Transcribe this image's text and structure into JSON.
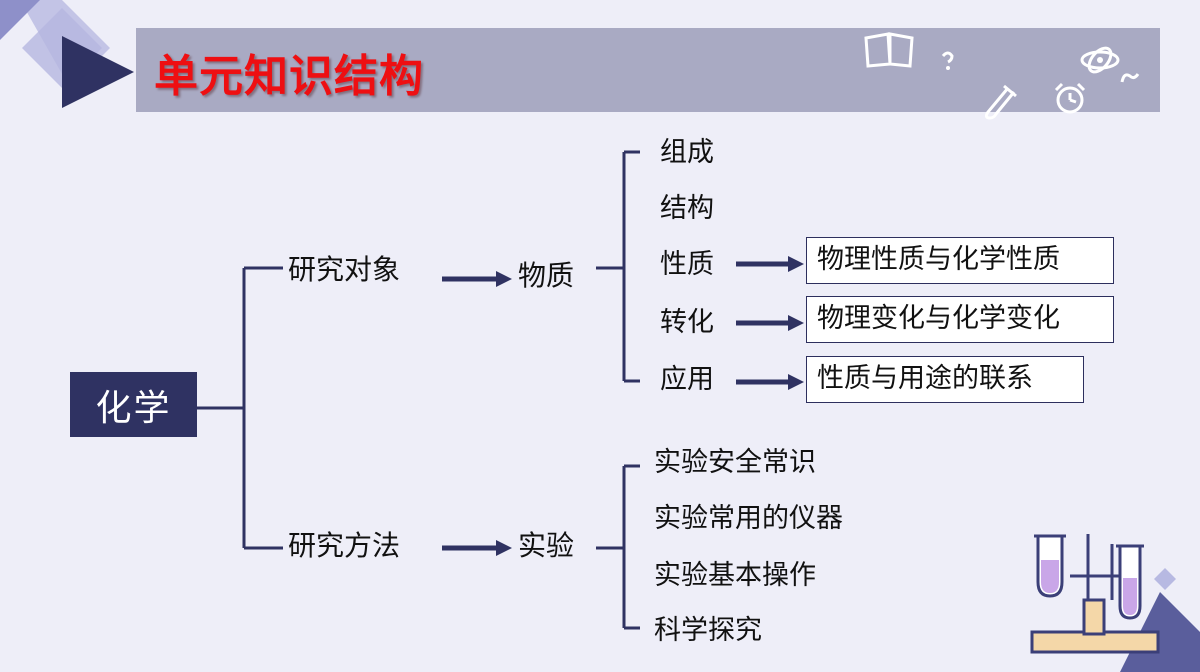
{
  "header": {
    "title": "单元知识结构"
  },
  "diagram": {
    "root": "化学",
    "branches": [
      {
        "label": "研究对象",
        "target": "物质",
        "items": [
          {
            "label": "组成"
          },
          {
            "label": "结构"
          },
          {
            "label": "性质",
            "detail": "物理性质与化学性质"
          },
          {
            "label": "转化",
            "detail": "物理变化与化学变化"
          },
          {
            "label": "应用",
            "detail": "性质与用途的联系"
          }
        ]
      },
      {
        "label": "研究方法",
        "target": "实验",
        "items": [
          {
            "label": "实验安全常识"
          },
          {
            "label": "实验常用的仪器"
          },
          {
            "label": "实验基本操作"
          },
          {
            "label": "科学探究"
          }
        ]
      }
    ]
  },
  "colors": {
    "accent": "#2f3262",
    "title_bar": "#a9aac3",
    "title_text": "#ee0f12",
    "background": "#eeeef8",
    "decor_light": "#a7a9d6",
    "decor_dark": "#3b3f78"
  },
  "icons": [
    "play-triangle-icon",
    "open-book-icon",
    "atom-icon",
    "test-tube-icon",
    "alarm-clock-icon",
    "lab-glassware-icon"
  ]
}
